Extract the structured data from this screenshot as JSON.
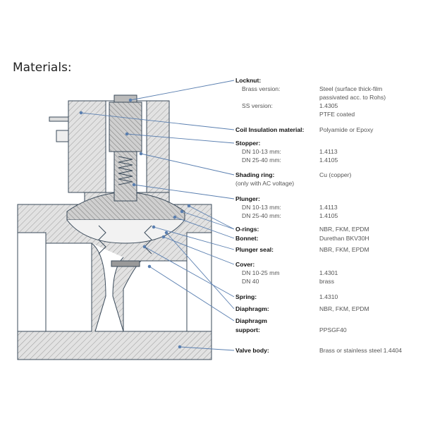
{
  "title": "Materials:",
  "parts": {
    "locknut": {
      "title": "Locknut:",
      "brass_label": "Brass version:",
      "brass_value_1": "Steel (surface thick-film",
      "brass_value_2": "passivated acc. to Rohs)",
      "ss_label": "SS version:",
      "ss_value_1": "1.4305",
      "ss_value_2": "PTFE coated"
    },
    "coil": {
      "title": "Coil Insulation material:",
      "value": "Polyamide or Epoxy"
    },
    "stopper": {
      "title": "Stopper:",
      "r1_label": "DN 10-13 mm:",
      "r1_value": "1.4113",
      "r2_label": "DN 25-40 mm:",
      "r2_value": "1.4105"
    },
    "shading_ring": {
      "title": "Shading ring:",
      "note": "(only with AC voltage)",
      "value": "Cu (copper)"
    },
    "plunger": {
      "title": "Plunger:",
      "r1_label": "DN 10-13 mm:",
      "r1_value": "1.4113",
      "r2_label": "DN 25-40 mm:",
      "r2_value": "1.4105"
    },
    "o_rings": {
      "title": "O-rings:",
      "value": "NBR, FKM, EPDM"
    },
    "bonnet": {
      "title": "Bonnet:",
      "value": "Durethan BKV30H"
    },
    "plunger_seal": {
      "title": "Plunger seal:",
      "value": "NBR, FKM, EPDM"
    },
    "cover": {
      "title": "Cover:",
      "r1_label": "DN 10-25 mm",
      "r1_value": "1.4301",
      "r2_label": "DN 40",
      "r2_value": "brass"
    },
    "spring": {
      "title": "Spring:",
      "value": "1.4310"
    },
    "diaphragm": {
      "title": "Diaphragm:",
      "value": "NBR, FKM, EPDM"
    },
    "diaphragm_support": {
      "title_1": "Diaphragm",
      "title_2": "support:",
      "value": "PPSGF40"
    },
    "valve_body": {
      "title": "Valve body:",
      "value": "Brass or stainless steel 1.4404"
    }
  },
  "colors": {
    "leader": "#5a7fb0",
    "hatch": "#9a9a9a",
    "outline": "#3a4a5a"
  }
}
